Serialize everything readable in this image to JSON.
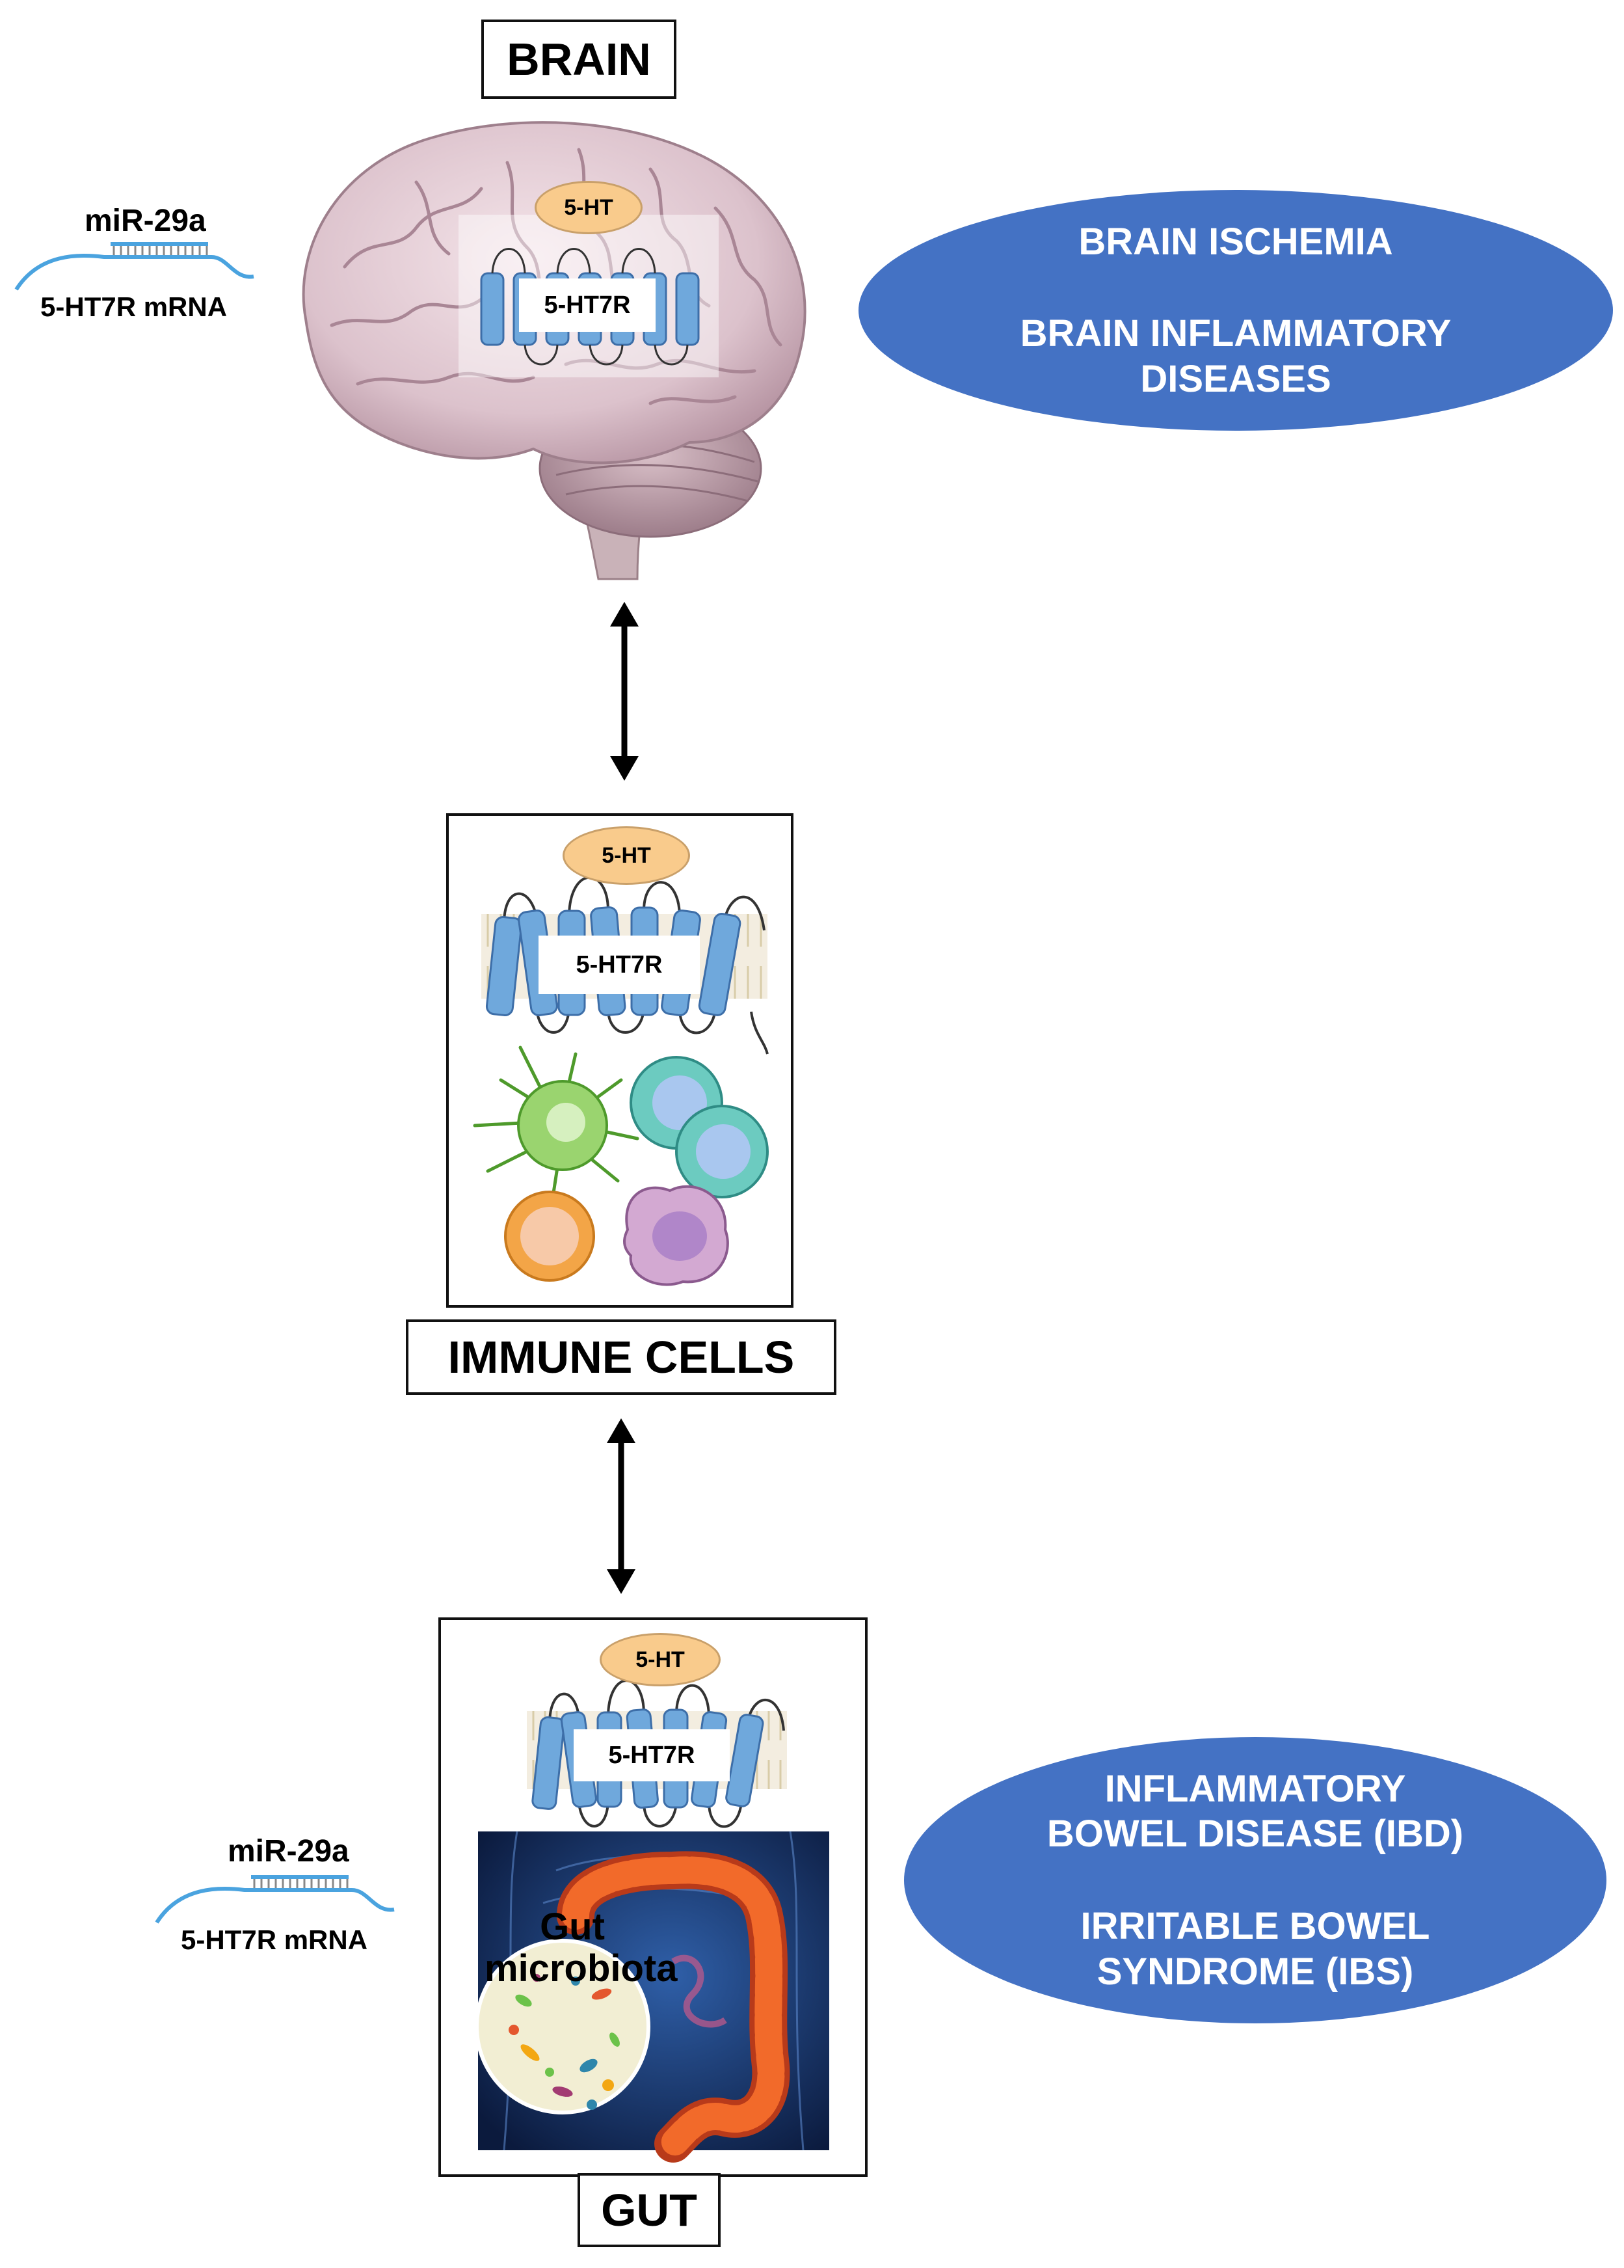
{
  "brain": {
    "title": "BRAIN",
    "serotonin": "5-HT",
    "receptor": "5-HT7R",
    "disease_line1": "BRAIN ISCHEMIA",
    "disease_line2": "BRAIN INFLAMMATORY",
    "disease_line3": "DISEASES",
    "mirna": "miR-29a",
    "mrna": "5-HT7R mRNA"
  },
  "immune": {
    "title": "IMMUNE CELLS",
    "serotonin": "5-HT",
    "receptor": "5-HT7R"
  },
  "gut": {
    "title": "GUT",
    "serotonin": "5-HT",
    "receptor": "5-HT7R",
    "microbiota": "Gut microbiota",
    "disease_line1": "INFLAMMATORY",
    "disease_line2": "BOWEL DISEASE (IBD)",
    "disease_line3": "IRRITABLE BOWEL",
    "disease_line4": "SYNDROME (IBS)",
    "mirna": "miR-29a",
    "mrna": "5-HT7R mRNA"
  },
  "colors": {
    "ellipse": "#4472c4",
    "serotonin_oval": "#f9cb8c",
    "receptor_helix": "#6fa8dc",
    "rna_strand": "#4aa3df"
  }
}
